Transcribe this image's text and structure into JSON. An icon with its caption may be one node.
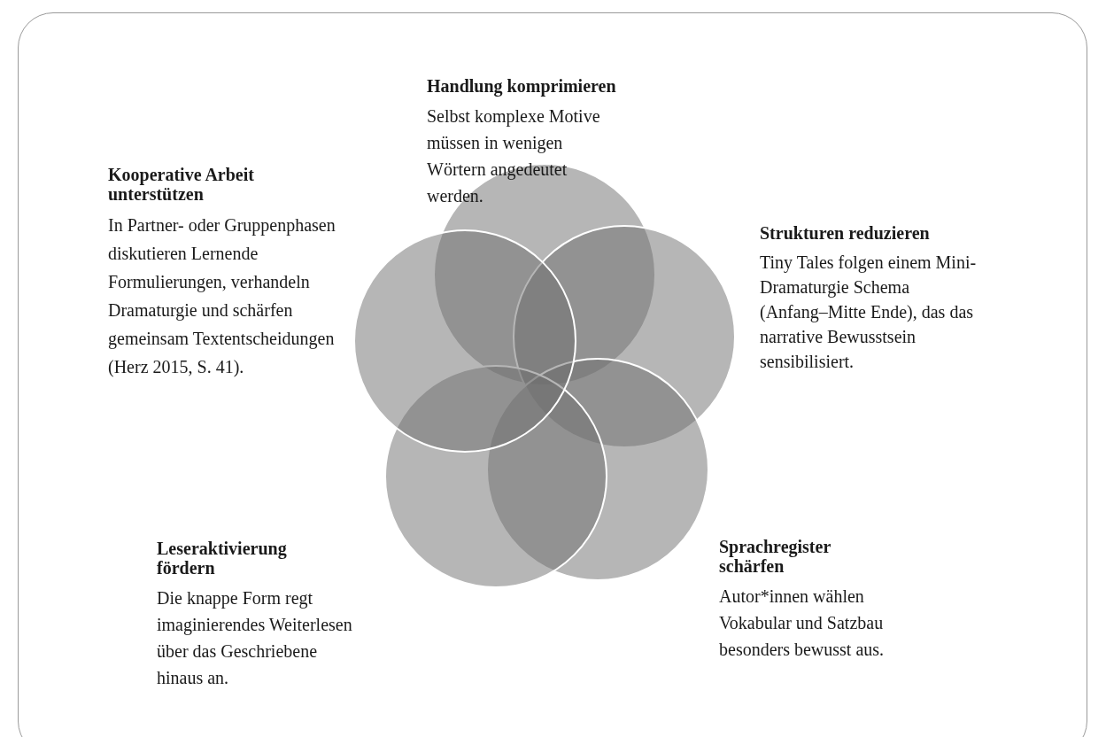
{
  "diagram": {
    "nodes": [
      {
        "text": [
          "Handlung komprimieren",
          "Selbst komplexe Motive müssen in wenigen Wörtern angedeutet werden."
        ]
      },
      {
        "text": [
          "Kooperative Arbeit unterstützen",
          "In Partner- oder Gruppenphasen diskutieren Lernende Formulierungen, verhandeln Dramaturgie und schärfen gemeinsam Textentscheidungen (Herz 2015, S. 41)."
        ]
      },
      {
        "text": [
          "Strukturen reduzieren",
          "Tiny Tales folgen einem Mini-Dramaturgie Schema (Anfang–Mitte Ende), das das narrative Bewusstsein sensibilisiert."
        ]
      },
      {
        "text": [
          "Leseraktivierung fördern",
          "Die knappe Form regt imaginierendes Weiterlesen über das Geschriebene hinaus an."
        ]
      },
      {
        "text": [
          "Sprachregister schärfen",
          "Autor*innen wählen Vokabular und Satzbau besonders bewusst aus."
        ]
      },
      {
        "text": [],
        "shape": "circle"
      },
      {
        "text": [],
        "shape": "circle"
      },
      {
        "text": [],
        "shape": "circle"
      },
      {
        "text": [],
        "shape": "circle"
      },
      {
        "text": [],
        "shape": "circle"
      }
    ]
  }
}
